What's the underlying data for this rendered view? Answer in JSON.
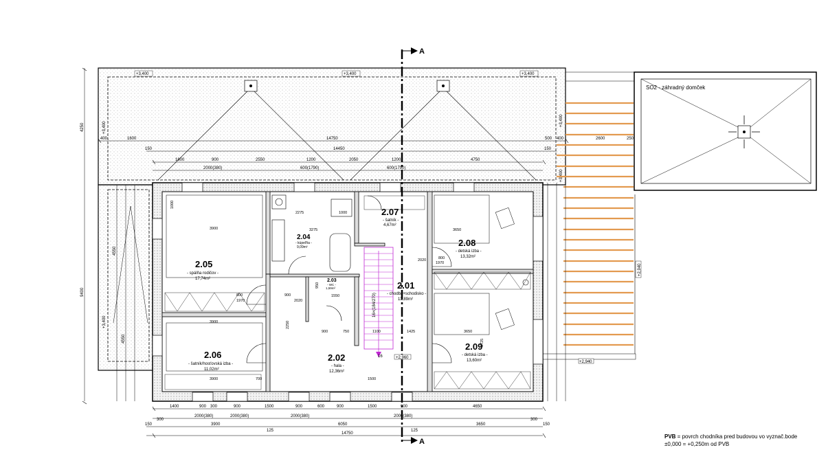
{
  "section_marker": {
    "label": "A"
  },
  "garden_house": {
    "label": "SO2 - záhradný domček"
  },
  "roof_levels": [
    "+3,400",
    "+3,400",
    "+3,400",
    "+3,400",
    "+3,400",
    "+3,400",
    "+3,400"
  ],
  "rooms": [
    {
      "num": "2.05",
      "name": "- spálňa rodičov -",
      "area": "17,74m²"
    },
    {
      "num": "2.04",
      "name": "- kúpeľňa -",
      "area": "9,09m²"
    },
    {
      "num": "2.07",
      "name": "- šatník -",
      "area": "4,67m²"
    },
    {
      "num": "2.08",
      "name": "- detská izba -",
      "area": "13,32m²"
    },
    {
      "num": "2.03",
      "name": "- WC -",
      "area": "1,59m²"
    },
    {
      "num": "2.01",
      "name": "- chodba+schodisko -",
      "area": "13,89m²"
    },
    {
      "num": "2.06",
      "name": "- šatník/hosťovská izba -",
      "area": "11,02m²"
    },
    {
      "num": "2.02",
      "name": "- hala -",
      "area": "12,36m²"
    },
    {
      "num": "2.09",
      "name": "- detská izba -",
      "area": "13,60m²"
    }
  ],
  "floor_levels": {
    "hall": "+2,960",
    "terrace_right": "+2,940",
    "terrace_side": "+2,940"
  },
  "stair": {
    "steps": "16",
    "ratio": "16×(184/270)"
  },
  "dims_top": {
    "a": [
      "400",
      "1600",
      "14750",
      "500",
      "400",
      "2600",
      "250"
    ],
    "b": [
      "150",
      "14450",
      "150"
    ],
    "c": [
      "1600",
      "900",
      "2550",
      "1200",
      "2050",
      "1200",
      "4750"
    ],
    "d": [
      "2000(380)",
      "600(1790)",
      "600(1790)"
    ]
  },
  "dims_bottom": {
    "a": [
      "1400",
      "900",
      "300",
      "900",
      "1500",
      "900",
      "600",
      "900",
      "1500",
      "900",
      "4650"
    ],
    "b": [
      "2000(380)",
      "2000(380)",
      "2000(380)",
      "2000(380)"
    ],
    "c": [
      "150",
      "300",
      "3900",
      "6050",
      "3650",
      "300",
      "150"
    ],
    "d": [
      "125",
      "125"
    ],
    "e": [
      "14750"
    ]
  },
  "dims_left": [
    "4250",
    "9400",
    "4550",
    "4550"
  ],
  "dims_interior": [
    "3900",
    "1000",
    "2275",
    "3275",
    "1000",
    "800",
    "1970",
    "3650",
    "2020",
    "800",
    "1970",
    "3900",
    "700",
    "1100",
    "900",
    "1425",
    "1500",
    "750",
    "3725",
    "2250",
    "950",
    "1550",
    "900",
    "2020",
    "3900",
    "3650"
  ],
  "legend": {
    "line1_bold": "PVB",
    "line1_rest": " = povrch chodníka pred budovou vo vyznač.bode",
    "line2": "±0,000 = +0,250m od PVB"
  }
}
